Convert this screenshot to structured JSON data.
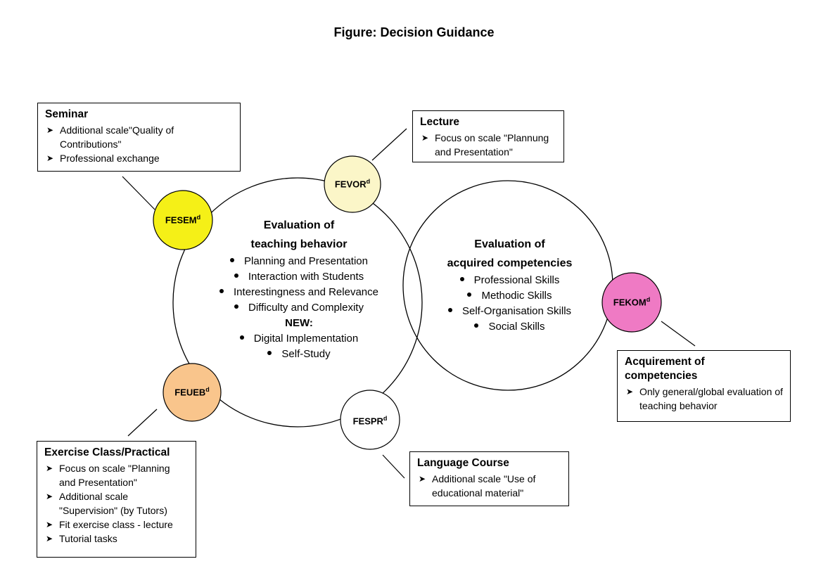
{
  "title": "Figure: Decision Guidance",
  "colors": {
    "fesem": "#f5f017",
    "fevor": "#fbf6c8",
    "fekom": "#ef7ac4",
    "feueb": "#f9c58c",
    "fespr": "#ffffff",
    "outline": "#000000"
  },
  "center_left": {
    "heading_line1": "Evaluation of",
    "heading_line2": "teaching behavior",
    "items": [
      "Planning and Presentation",
      "Interaction with Students",
      "Interestingness and Relevance",
      "Difficulty and Complexity"
    ],
    "new_label": "NEW:",
    "new_items": [
      "Digital Implementation",
      "Self-Study"
    ]
  },
  "center_right": {
    "heading_line1": "Evaluation of",
    "heading_line2": "acquired competencies",
    "items": [
      "Professional Skills",
      "Methodic Skills",
      "Self-Organisation Skills",
      "Social Skills"
    ]
  },
  "nodes": {
    "fesem": {
      "label": "FESEM",
      "sup": "d"
    },
    "fevor": {
      "label": "FEVOR",
      "sup": "d"
    },
    "fekom": {
      "label": "FEKOM",
      "sup": "d"
    },
    "feueb": {
      "label": "FEUEB",
      "sup": "d"
    },
    "fespr": {
      "label": "FESPR",
      "sup": "d"
    }
  },
  "boxes": {
    "seminar": {
      "title": "Seminar",
      "items": [
        "Additional scale\"Quality of Contributions\"",
        "Professional exchange"
      ]
    },
    "lecture": {
      "title": "Lecture",
      "items": [
        "Focus on scale \"Plannung and Presentation\""
      ]
    },
    "acquirement": {
      "title": "Acquirement of competencies",
      "items": [
        "Only general/global evaluation of teaching behavior"
      ]
    },
    "exercise": {
      "title": "Exercise Class/Practical",
      "items": [
        "Focus on scale \"Planning and Presentation\"",
        "Additional scale \"Supervision\" (by Tutors)",
        "Fit exercise class - lecture",
        "Tutorial tasks"
      ]
    },
    "language": {
      "title": "Language Course",
      "items": [
        "Additional scale \"Use of educational material\""
      ]
    }
  }
}
